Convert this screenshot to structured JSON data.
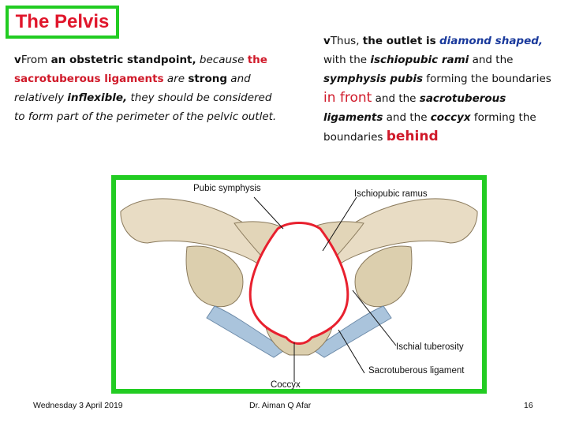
{
  "title": "The Pelvis",
  "left_bullet": {
    "marker": "v",
    "p1": "From ",
    "p2": "an obstetric standpoint,",
    "p3": " because ",
    "p4": "the sacrotuberous ligaments",
    "p5": " are ",
    "p6": "strong",
    "p7": " and relatively ",
    "p8": "inflexible,",
    "p9": " they should be considered to form part of the perimeter of the pelvic outlet."
  },
  "right_bullet": {
    "marker": "v",
    "p1": "Thus, ",
    "p2": "the outlet is",
    "p3": " ",
    "p4": "diamond shaped,",
    "p5": " with the ",
    "p6": "ischiopubic rami",
    "p7": " and the ",
    "p8": "symphysis pubis",
    "p9": " forming the boundaries ",
    "p10": "in front",
    "p11": " and the ",
    "p12": "sacrotuberous ligaments",
    "p13": " and the ",
    "p14": "coccyx",
    "p15": " forming the boundaries ",
    "p16": "behind"
  },
  "figure_labels": {
    "pubic_symphysis": "Pubic symphysis",
    "ischiopubic_ramus": "Ischiopubic ramus",
    "ischial_tuberosity": "Ischial tuberosity",
    "sacrotuberous_ligament": "Sacrotuberous ligament",
    "coccyx": "Coccyx"
  },
  "footer": {
    "date": "Wednesday 3 April 2019",
    "author": "Dr. Aiman Q Afar",
    "page": "16"
  },
  "colors": {
    "accent_green": "#22cc22",
    "title_red": "#e0162b",
    "text_red": "#d01a2a",
    "text_blue": "#1a3a9c",
    "outline_red": "#e8202e",
    "bone": "#e8dcc4",
    "ligament_blue": "#aac4dc",
    "ramus_green": "#a8d48a"
  }
}
